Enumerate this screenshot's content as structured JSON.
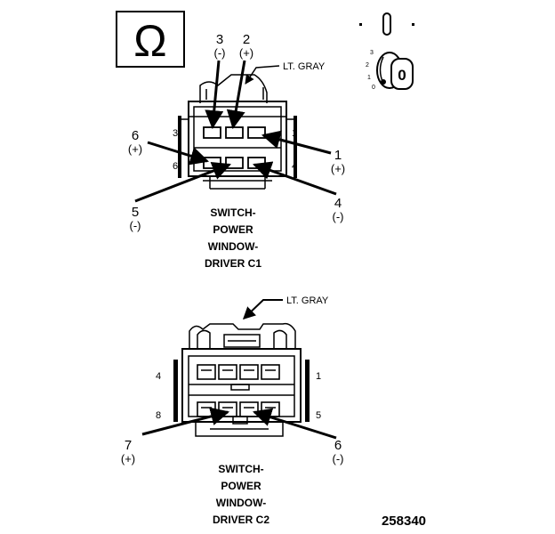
{
  "ohm_symbol": "Ω",
  "ignition": {
    "positions": [
      "3",
      "2",
      "1",
      "0"
    ],
    "key_label": "0",
    "icon": "ignition-switch-icon"
  },
  "connector_c1": {
    "color_note": "LT. GRAY",
    "caption": [
      "SWITCH-",
      "POWER",
      "WINDOW-",
      "DRIVER C1"
    ],
    "cavity_numbers": {
      "top_left": "3",
      "top_right": "1",
      "bottom_left": "6",
      "bottom_right": "4"
    },
    "callouts": [
      {
        "pin": "3",
        "sign": "(-)"
      },
      {
        "pin": "2",
        "sign": "(+)"
      },
      {
        "pin": "6",
        "sign": "(+)"
      },
      {
        "pin": "1",
        "sign": "(+)"
      },
      {
        "pin": "5",
        "sign": "(-)"
      },
      {
        "pin": "4",
        "sign": "(-)"
      }
    ]
  },
  "connector_c2": {
    "color_note": "LT. GRAY",
    "caption": [
      "SWITCH-",
      "POWER",
      "WINDOW-",
      "DRIVER C2"
    ],
    "cavity_numbers": {
      "top_left": "4",
      "top_right": "1",
      "bottom_left": "8",
      "bottom_right": "5"
    },
    "callouts": [
      {
        "pin": "7",
        "sign": "(+)"
      },
      {
        "pin": "6",
        "sign": "(-)"
      }
    ]
  },
  "figure_number": "258340"
}
